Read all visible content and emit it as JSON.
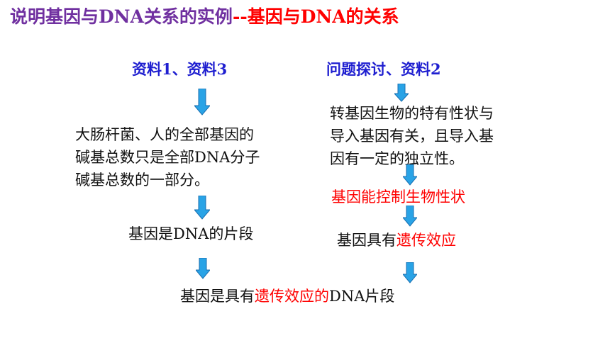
{
  "title": {
    "part1": "说明基因与DNA关系的实例",
    "part2": "--基因与DNA的关系"
  },
  "left": {
    "source": "资料1、资料3",
    "text_lines": [
      "大肠杆菌、人的全部基因的",
      "碱基总数只是全部DNA分子",
      "碱基总数的一部分。"
    ],
    "conclusion": "基因是DNA的片段"
  },
  "right": {
    "source": "问题探讨、资料2",
    "text_lines": [
      "转基因生物的特有性状与",
      "导入基因有关，且导入基",
      "因有一定的独立性。"
    ],
    "step1": "基因能控制生物性状",
    "step2_prefix": "基因具有",
    "step2_highlight": "遗传效应"
  },
  "final": {
    "prefix": "基因是具有",
    "highlight": "遗传效应的",
    "suffix": "DNA片段"
  },
  "colors": {
    "title": "#7030a0",
    "accent_red": "#ff0000",
    "source_blue": "#1f1fd0",
    "arrow_fill": "#29a3e6",
    "arrow_stroke": "#1b6fb0"
  }
}
